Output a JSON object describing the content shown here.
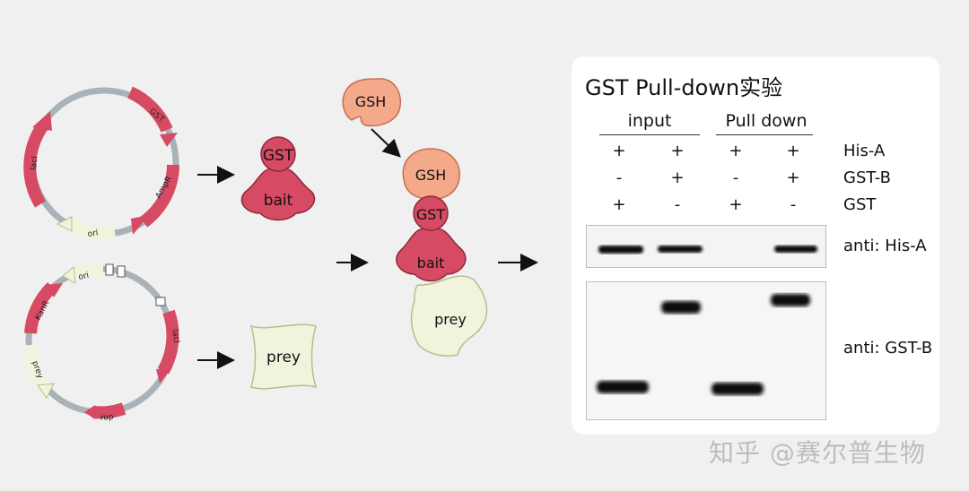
{
  "plasmid1": {
    "labels": {
      "gst": "GST",
      "ampr": "AmpR",
      "ori": "ori",
      "laci": "lacI"
    }
  },
  "plasmid2": {
    "labels": {
      "ori": "ori",
      "kanr": "KanR",
      "prey": "prey",
      "rop": "rop",
      "laci": "lacI"
    }
  },
  "molecules": {
    "gst": "GST",
    "bait": "bait",
    "prey": "prey",
    "gsh": "GSH"
  },
  "blot": {
    "title": "GST Pull-down实验",
    "groups": [
      "input",
      "Pull down"
    ],
    "conditions": [
      {
        "name": "His-A",
        "signs": [
          "+",
          "+",
          "+",
          "+"
        ]
      },
      {
        "name": "GST-B",
        "signs": [
          "-",
          "+",
          "-",
          "+"
        ]
      },
      {
        "name": "GST",
        "signs": [
          "+",
          "-",
          "+",
          "-"
        ]
      }
    ],
    "antibodies": [
      "anti: His-A",
      "anti: GST-B"
    ]
  },
  "watermark": "知乎 @赛尔普生物",
  "colors": {
    "gst_red": "#d64a63",
    "prey_cream": "#f2f3dd",
    "gsh_orange": "#f3a98a",
    "backbone": "#a8b2b8"
  }
}
